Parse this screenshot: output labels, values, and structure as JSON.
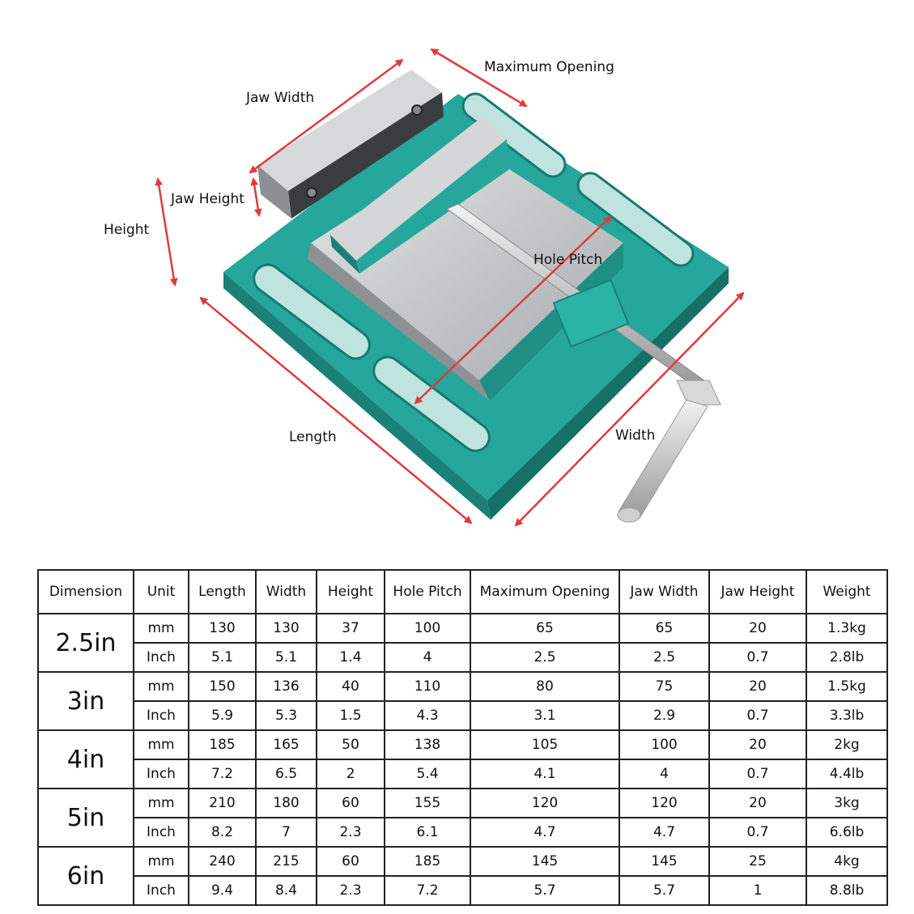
{
  "labels": {
    "jaw_width": "Jaw Width",
    "maximum_opening": "Maximum Opening",
    "jaw_height": "Jaw Height",
    "height": "Height",
    "hole_pitch": "Hole Pitch",
    "length": "Length",
    "width": "Width"
  },
  "colors": {
    "base_teal": "#25a79b",
    "base_teal_dark": "#1b8077",
    "steel": "#c9cbcd",
    "arrow_red": "#e03b3b"
  },
  "table": {
    "headers": [
      "Dimension",
      "Unit",
      "Length",
      "Width",
      "Height",
      "Hole Pitch",
      "Maximum Opening",
      "Jaw Width",
      "Jaw Height",
      "Weight"
    ],
    "groups": [
      {
        "size": "2.5in",
        "rows": [
          [
            "mm",
            "130",
            "130",
            "37",
            "100",
            "65",
            "65",
            "20",
            "1.3kg"
          ],
          [
            "Inch",
            "5.1",
            "5.1",
            "1.4",
            "4",
            "2.5",
            "2.5",
            "0.7",
            "2.8lb"
          ]
        ]
      },
      {
        "size": "3in",
        "rows": [
          [
            "mm",
            "150",
            "136",
            "40",
            "110",
            "80",
            "75",
            "20",
            "1.5kg"
          ],
          [
            "Inch",
            "5.9",
            "5.3",
            "1.5",
            "4.3",
            "3.1",
            "2.9",
            "0.7",
            "3.3lb"
          ]
        ]
      },
      {
        "size": "4in",
        "rows": [
          [
            "mm",
            "185",
            "165",
            "50",
            "138",
            "105",
            "100",
            "20",
            "2kg"
          ],
          [
            "Inch",
            "7.2",
            "6.5",
            "2",
            "5.4",
            "4.1",
            "4",
            "0.7",
            "4.4lb"
          ]
        ]
      },
      {
        "size": "5in",
        "rows": [
          [
            "mm",
            "210",
            "180",
            "60",
            "155",
            "120",
            "120",
            "20",
            "3kg"
          ],
          [
            "Inch",
            "8.2",
            "7",
            "2.3",
            "6.1",
            "4.7",
            "4.7",
            "0.7",
            "6.6lb"
          ]
        ]
      },
      {
        "size": "6in",
        "rows": [
          [
            "mm",
            "240",
            "215",
            "60",
            "185",
            "145",
            "145",
            "25",
            "4kg"
          ],
          [
            "Inch",
            "9.4",
            "8.4",
            "2.3",
            "7.2",
            "5.7",
            "5.7",
            "1",
            "8.8lb"
          ]
        ]
      }
    ]
  }
}
